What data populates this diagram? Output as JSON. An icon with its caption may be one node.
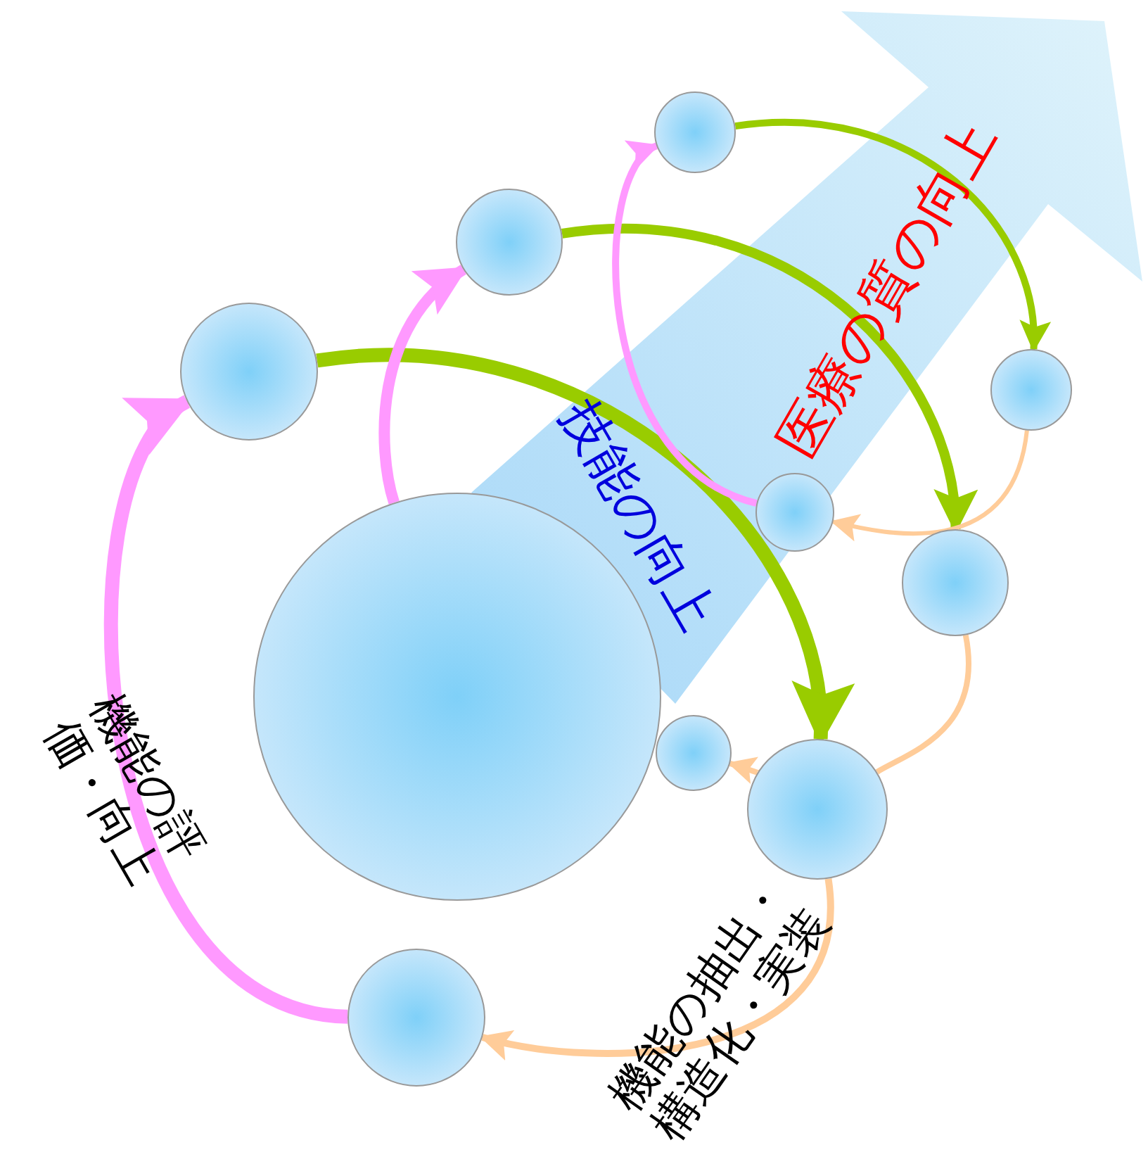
{
  "diagram": {
    "nodes": [
      {
        "text": [],
        "shape": "circle"
      },
      {
        "text": [],
        "shape": "circle"
      },
      {
        "text": [],
        "shape": "circle"
      },
      {
        "text": [],
        "shape": "circle"
      },
      {
        "text": [],
        "shape": "circle"
      },
      {
        "text": [],
        "shape": "circle"
      },
      {
        "text": [],
        "shape": "circle"
      },
      {
        "text": [],
        "shape": "circle"
      },
      {
        "text": [],
        "shape": "circle"
      },
      {
        "text": [],
        "shape": "circle"
      }
    ],
    "edges": [
      {
        "from": 3,
        "to": 4,
        "arrow": "to",
        "style": "thick",
        "color": "#ff99ff"
      },
      {
        "from": 4,
        "to": 2,
        "arrow": "to",
        "style": "thick",
        "color": "#99cc00"
      },
      {
        "from": 2,
        "to": 3,
        "arrow": "to",
        "color": "#ffcc99"
      },
      {
        "from": 0,
        "to": 5,
        "arrow": "to",
        "color": "#ff99ff"
      },
      {
        "from": 5,
        "to": 8,
        "arrow": "to",
        "color": "#99cc00"
      },
      {
        "from": 8,
        "to": 2,
        "arrow": "none",
        "color": "#ffcc99"
      },
      {
        "from": 2,
        "to": 1,
        "arrow": "to",
        "color": "#ffcc99"
      },
      {
        "from": 9,
        "to": 6,
        "arrow": "to",
        "color": "#ff99ff"
      },
      {
        "from": 6,
        "to": 7,
        "arrow": "to",
        "color": "#99cc00"
      },
      {
        "from": 7,
        "to": 9,
        "arrow": "to",
        "color": "#ffcc99"
      }
    ],
    "labels": [
      "医療の質の向上",
      "技能の向上",
      "機能の評価・向上",
      "機能の抽出・構造化・実装"
    ]
  }
}
